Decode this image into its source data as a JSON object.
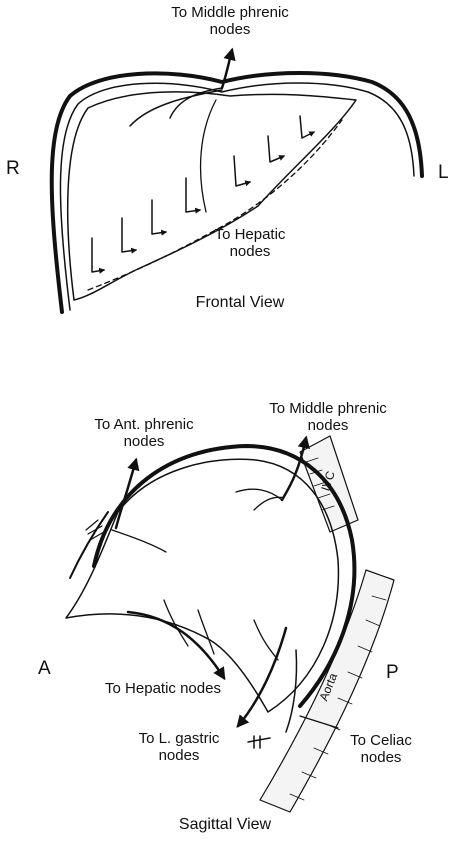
{
  "frontal": {
    "middle_phrenic": [
      "To Middle phrenic",
      "nodes"
    ],
    "hepatic": [
      "To Hepatic",
      "nodes"
    ],
    "right": "R",
    "left": "L",
    "caption": "Frontal View"
  },
  "sagittal": {
    "ant_phrenic": [
      "To Ant. phrenic",
      "nodes"
    ],
    "middle_phrenic": [
      "To Middle phrenic",
      "nodes"
    ],
    "ivc": "IVC",
    "aorta": "Aorta",
    "hepatic": "To Hepatic nodes",
    "l_gastric": [
      "To L. gastric",
      "nodes"
    ],
    "celiac": [
      "To Celiac",
      "nodes"
    ],
    "anterior": "A",
    "posterior": "P",
    "caption": "Sagittal View"
  }
}
